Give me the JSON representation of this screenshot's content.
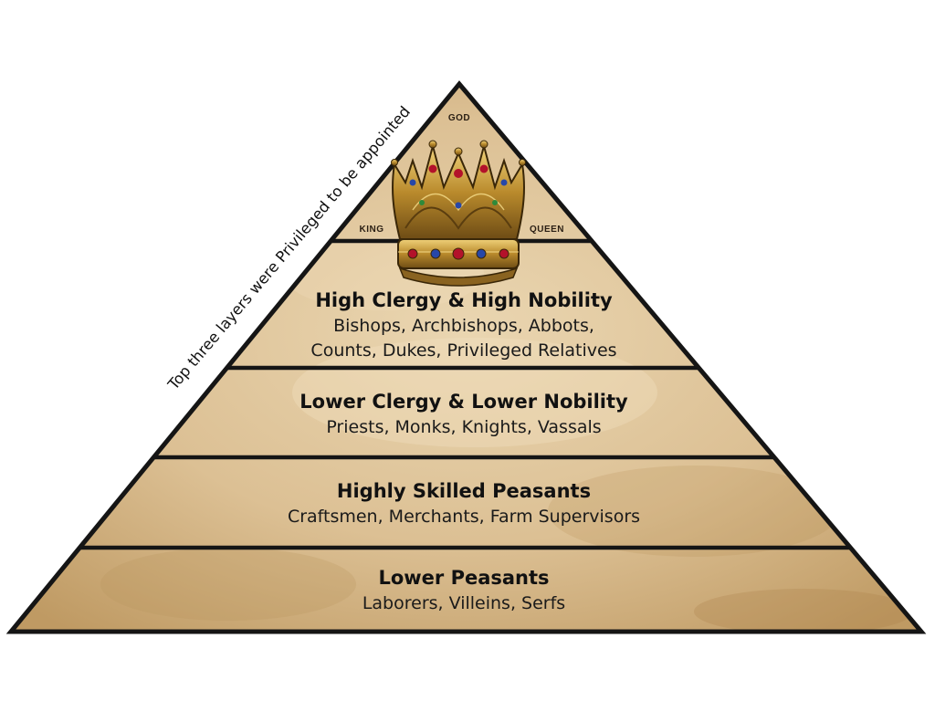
{
  "apex": {
    "top_label": "GOD",
    "left_label": "KING",
    "right_label": "QUEEN"
  },
  "side_note": "Top three layers were Privileged to be appointed",
  "tiers": [
    {
      "title": "High Clergy & High Nobility",
      "lines": [
        "Bishops, Archbishops, Abbots,",
        "Counts, Dukes, Privileged Relatives"
      ]
    },
    {
      "title": "Lower Clergy & Lower Nobility",
      "lines": [
        "Priests, Monks, Knights, Vassals"
      ]
    },
    {
      "title": "Highly Skilled Peasants",
      "lines": [
        "Craftsmen, Merchants, Farm Supervisors"
      ]
    },
    {
      "title": "Lower Peasants",
      "lines": [
        "Laborers, Villeins, Serfs"
      ]
    }
  ],
  "colors": {
    "parchment_light": "#e6cfa8",
    "parchment_dark": "#c9a774",
    "outline": "#151515",
    "gold": "#c9a23a",
    "jewel_red": "#b3122a",
    "jewel_blue": "#2747a8"
  }
}
